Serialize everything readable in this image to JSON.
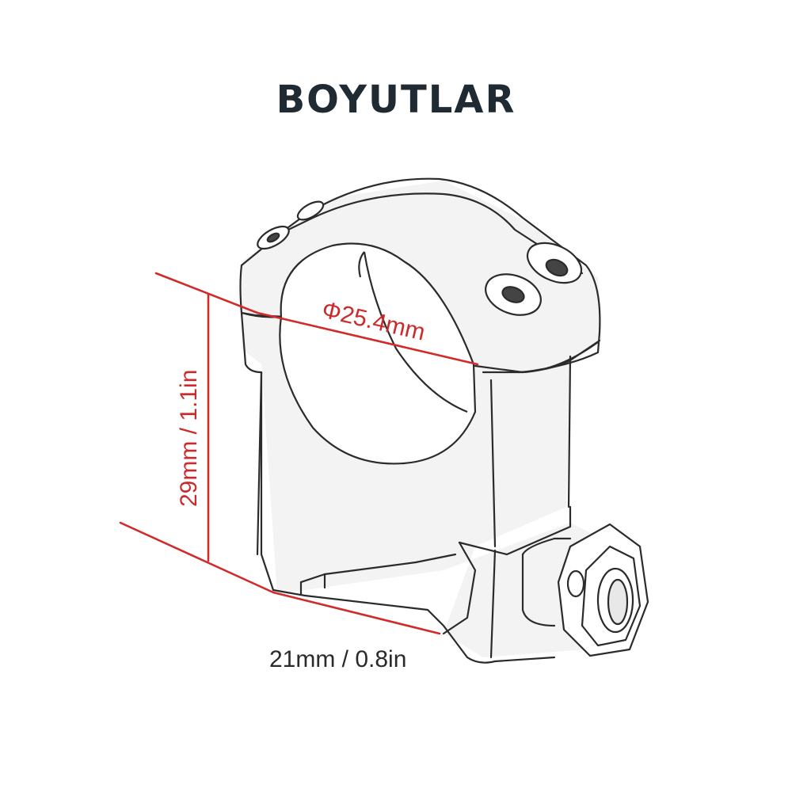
{
  "title": "BOYUTLAR",
  "dimensions": {
    "diameter": "Φ25.4mm",
    "height": "29mm / 1.1in",
    "width": "21mm / 0.8in"
  },
  "colors": {
    "dimension_line": "#d12a2a",
    "outline": "#2b2b2b",
    "title": "#1f2a33"
  }
}
